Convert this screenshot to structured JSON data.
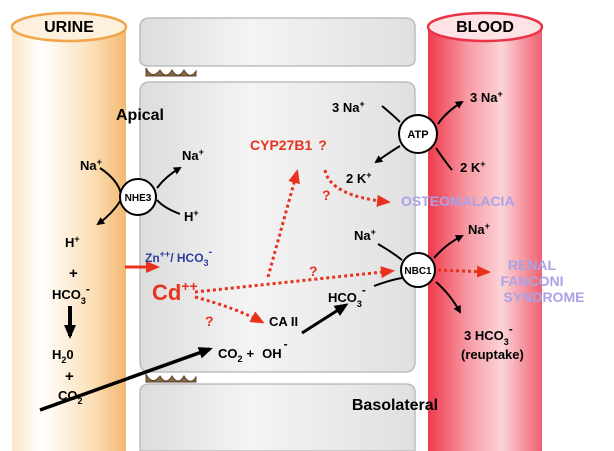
{
  "compartments": {
    "urine": "URINE",
    "blood": "BLOOD",
    "apical": "Apical",
    "basolateral": "Basolateral"
  },
  "transporters": {
    "nhe3": {
      "name": "NHE3",
      "na_in": "Na",
      "na_in_sup": "+",
      "na_out": "Na",
      "na_out_sup": "+",
      "h_in": "H",
      "h_in_sup": "+",
      "h_out": "H",
      "h_out_sup": "+"
    },
    "atp": {
      "name": "ATP",
      "na_left": "3 Na",
      "na_left_sup": "+",
      "na_right": "3 Na",
      "na_right_sup": "+",
      "k_right": "2 K",
      "k_right_sup": "+",
      "k_left": "2 K",
      "k_left_sup": "+"
    },
    "nbc1": {
      "name": "NBC1",
      "na_in": "Na",
      "na_in_sup": "+",
      "na_out": "Na",
      "na_out_sup": "+",
      "hco3_in": "HCO",
      "hco3_in_sub": "3",
      "hco3_in_sup": "-",
      "reuptake_prefix": "3 HCO",
      "reuptake_sub": "3",
      "reuptake_sup": "-",
      "reuptake_note": "(reuptake)"
    }
  },
  "urine_side": {
    "plus1": "+",
    "hco3": "HCO",
    "hco3_sub": "3",
    "hco3_sup": "-",
    "h2o_h": "H",
    "h2o_sub": "2",
    "h2o_o": "0",
    "plus2": "+",
    "co2": "CO",
    "co2_sub": "2"
  },
  "cell": {
    "cadmium": "Cd",
    "cadmium_sup": "++",
    "zn": "Zn",
    "zn_sup": "++",
    "zn_sep": "/ HCO",
    "zn_sub": "3",
    "zn_sup2": "-",
    "cyp": "CYP27B1",
    "q_cyp": "?",
    "q_nbc": "?",
    "q_ca": "?",
    "q_osteo": "?",
    "ca2": "CA II",
    "co2": "CO",
    "co2_sub": "2",
    "plus": "+",
    "oh": "OH",
    "oh_sup": "-"
  },
  "outcomes": {
    "osteomalacia": "OSTEOMALACIA",
    "fanconi_line1": "RENAL",
    "fanconi_line2": "FANCONI",
    "fanconi_line3": "SYNDROME"
  },
  "colors": {
    "red": "#e8321e",
    "lavender": "#a9a3e6",
    "blue": "#2b3fa0",
    "urine": "#f6c98a",
    "blood": "#ef4d5a",
    "cell": "#e6e6e6"
  }
}
